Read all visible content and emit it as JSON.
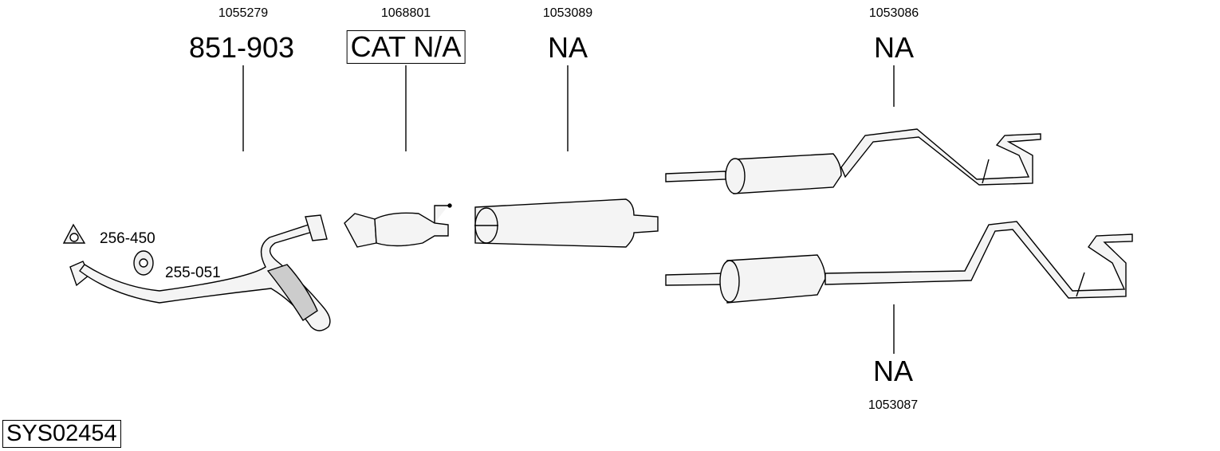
{
  "parts": [
    {
      "id": "1055279",
      "code": "851-903",
      "boxed": false
    },
    {
      "id": "1068801",
      "code": "CAT N/A",
      "boxed": true
    },
    {
      "id": "1053089",
      "code": "NA",
      "boxed": false
    },
    {
      "id": "1053086",
      "code": "NA",
      "boxed": false
    },
    {
      "id": "1053087",
      "code": "NA",
      "boxed": false
    }
  ],
  "accessories": [
    {
      "code": "256-450"
    },
    {
      "code": "255-051"
    }
  ],
  "system_code": "SYS02454"
}
